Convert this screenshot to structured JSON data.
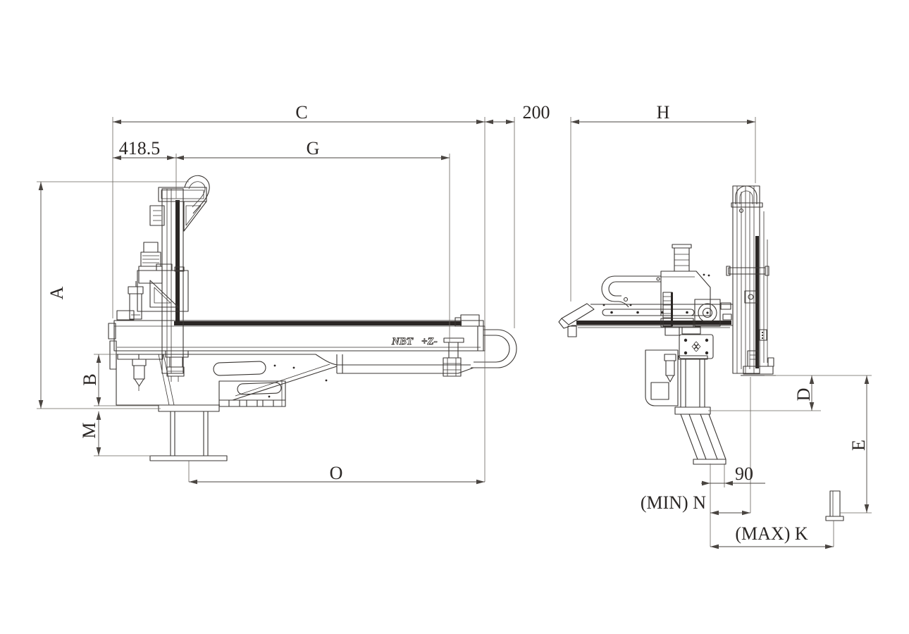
{
  "drawing": {
    "kind": "robot-dimension-drawing",
    "background_color": "#ffffff",
    "machine_line_color": "#3a3633",
    "dimension_line_color": "#4a4541",
    "rail_fill_color": "#2b2725"
  },
  "labels": {
    "c": "C",
    "offset_200": "200",
    "offset_418_5": "418.5",
    "g": "G",
    "a": "A",
    "b": "B",
    "m": "M",
    "o": "O",
    "h": "H",
    "d": "D",
    "e": "E",
    "offset_90": "90",
    "min_n": "(MIN) N",
    "max_k": "(MAX) K",
    "beam_logo": "NBT",
    "beam_axis_marking": "+Z-"
  }
}
